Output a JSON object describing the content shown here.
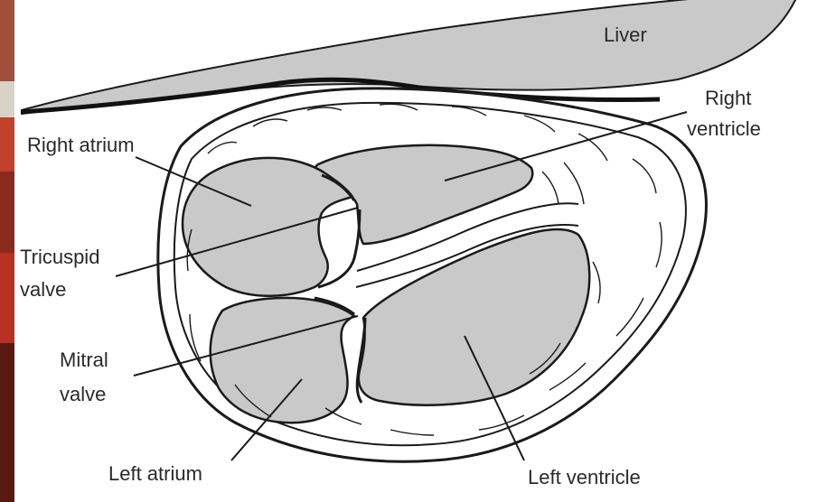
{
  "labels": {
    "liver": "Liver",
    "right_ventricle": [
      "Right",
      "ventricle"
    ],
    "right_atrium": "Right atrium",
    "tricuspid_valve": [
      "Tricuspid",
      "valve"
    ],
    "mitral_valve": [
      "Mitral",
      "valve"
    ],
    "left_atrium": "Left atrium",
    "left_ventricle": "Left ventricle"
  },
  "colors": {
    "chamber_fill": "#c9c9c9",
    "outline": "#1a1a1a",
    "left_strip": "#7a2a1c"
  }
}
